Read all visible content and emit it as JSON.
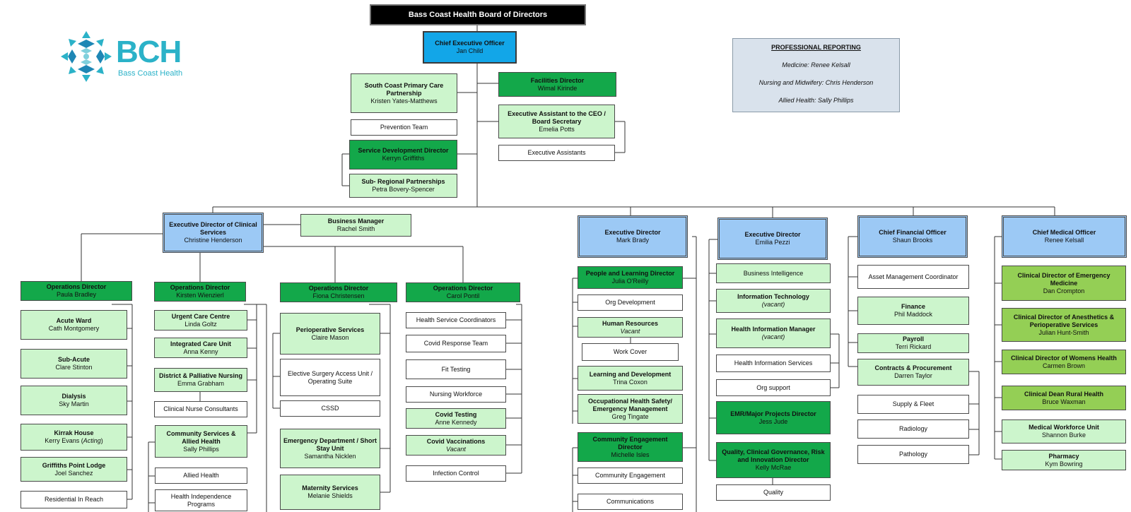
{
  "board": "Bass Coast Health Board of Directors",
  "ceo": {
    "title": "Chief Executive Officer",
    "name": "Jan Child"
  },
  "logo": {
    "text": "BCH",
    "subtitle": "Bass Coast Health"
  },
  "professional_reporting": {
    "heading": "PROFESSIONAL REPORTING",
    "lines": [
      "Medicine:  Renee Kelsall",
      "Nursing and Midwifery: Chris Henderson",
      "Allied Health: Sally Phillips"
    ]
  },
  "top_left": {
    "sc_primary": {
      "title": "South Coast Primary Care Partnership",
      "name": "Kristen Yates-Matthews"
    },
    "prevention": "Prevention Team",
    "service_dev": {
      "title": "Service Development Director",
      "name": "Kerryn Griffiths"
    },
    "sub_regional": {
      "title": "Sub- Regional Partnerships",
      "name": "Petra Bovery-Spencer"
    }
  },
  "top_right": {
    "facilities": {
      "title": "Facilities Director",
      "name": "Wimal Kirinde"
    },
    "exec_assistant": {
      "title": "Executive Assistant to  the CEO / Board Secretary",
      "name": "Emelia Potts"
    },
    "exec_assistants": "Executive Assistants"
  },
  "clinical": {
    "director": {
      "title": "Executive Director of Clinical Services",
      "name": "Christine Henderson"
    },
    "business_manager": {
      "title": "Business Manager",
      "name": "Rachel Smith"
    },
    "ops1": {
      "title": "Operations Director",
      "name": "Paula Bradley"
    },
    "ops1_items": [
      {
        "title": "Acute Ward",
        "name": "Cath Montgomery"
      },
      {
        "title": "Sub-Acute",
        "name": "Clare Stinton"
      },
      {
        "title": "Dialysis",
        "name": "Sky Martin"
      },
      {
        "title": "Kirrak House",
        "name": "Kerry Evans",
        "note": "Acting"
      },
      {
        "title": "Griffiths Point Lodge",
        "name": "Joel Sanchez"
      }
    ],
    "ops1_residential": "Residential In Reach",
    "ops2": {
      "title": "Operations Director",
      "name": "Kirsten Wienzierl"
    },
    "ops2_items": [
      {
        "title": "Urgent Care Centre",
        "name": "Linda Goltz"
      },
      {
        "title": "Integrated Care Unit",
        "name": "Anna Kenny"
      },
      {
        "title": "District & Palliative Nursing",
        "name": "Emma Grabham"
      }
    ],
    "ops2_consultants": "Clinical Nurse Consultants",
    "ops2_community": {
      "title": "Community Services & Allied Health",
      "name": "Sally Phillips"
    },
    "ops2_allied": "Allied Health",
    "ops2_independence": "Health Independence Programs",
    "ops3": {
      "title": "Operations Director",
      "name": "Fiona Christensen"
    },
    "ops3_perioperative": {
      "title": "Perioperative Services",
      "name": "Claire Mason"
    },
    "ops3_elective": "Elective Surgery Access Unit / Operating Suite",
    "ops3_cssd": "CSSD",
    "ops3_emergency": {
      "title": "Emergency Department / Short Stay Unit",
      "name": "Samantha Nicklen"
    },
    "ops3_maternity": {
      "title": "Maternity Services",
      "name": "Melanie Shields"
    },
    "ops4": {
      "title": "Operations Director",
      "name": "Carol Pontil"
    },
    "ops4_items": [
      "Health Service Coordinators",
      "Covid Response Team",
      "Fit Testing",
      "Nursing Workforce"
    ],
    "ops4_covid_testing": {
      "title": "Covid Testing",
      "name": "Anne Kennedy"
    },
    "ops4_covid_vacc": {
      "title": "Covid Vaccinations",
      "name": "Vacant"
    },
    "ops4_infection": "Infection Control"
  },
  "brady": {
    "head": {
      "title": "Executive Director",
      "name": "Mark Brady"
    },
    "people": {
      "title": "People and Learning Director",
      "name": "Julia O'Reilly"
    },
    "org_dev": "Org Development",
    "hr": {
      "title": "Human Resources",
      "name": "Vacant"
    },
    "work_cover": "Work Cover",
    "learning": {
      "title": "Learning and Development",
      "name": "Trina Coxon"
    },
    "ohs": {
      "title": "Occupational Health Safety/ Emergency Management",
      "name": "Greg Tingate"
    },
    "community_dir": {
      "title": "Community Engagement Director",
      "name": "Michelle Isles"
    },
    "community": "Community Engagement",
    "communications": "Communications"
  },
  "pezzi": {
    "head": {
      "title": "Executive Director",
      "name": "Emilia Pezzi"
    },
    "bi": "Business Intelligence",
    "it": {
      "title": "Information Technology",
      "name": "(vacant)"
    },
    "him": {
      "title": "Health Information Manager",
      "name": "(vacant)"
    },
    "his": "Health Information Services",
    "org_support": "Org support",
    "emr": {
      "title": "EMR/Major Projects Director",
      "name": "Jess Jude"
    },
    "quality_dir": {
      "title": "Quality, Clinical Governance, Risk and Innovation Director",
      "name": "Kelly McRae"
    },
    "quality": "Quality"
  },
  "cfo": {
    "head": {
      "title": "Chief Financial Officer",
      "name": "Shaun Brooks"
    },
    "asset": "Asset Management Coordinator",
    "finance": {
      "title": "Finance",
      "name": "Phil Maddock"
    },
    "payroll": {
      "title": "Payroll",
      "name": "Terri Rickard"
    },
    "contracts": {
      "title": "Contracts & Procurement",
      "name": "Darren Taylor"
    },
    "supply": "Supply & Fleet",
    "radiology": "Radiology",
    "pathology": "Pathology"
  },
  "cmo": {
    "head": {
      "title": "Chief Medical Officer",
      "name": "Renee Kelsall"
    },
    "items": [
      {
        "title": "Clinical Director of Emergency Medicine",
        "name": "Dan Crompton"
      },
      {
        "title": "Clinical Director of Anesthetics & Perioperative Services",
        "name": "Julian Hunt-Smith"
      },
      {
        "title": "Clinical Director of Womens Health",
        "name": "Carmen Brown"
      },
      {
        "title": "Clinical Dean Rural Health",
        "name": "Bruce Waxman"
      },
      {
        "title": "Medical Workforce Unit",
        "name": "Shannon Burke"
      },
      {
        "title": "Pharmacy",
        "name": "Kym Bowring"
      }
    ]
  }
}
